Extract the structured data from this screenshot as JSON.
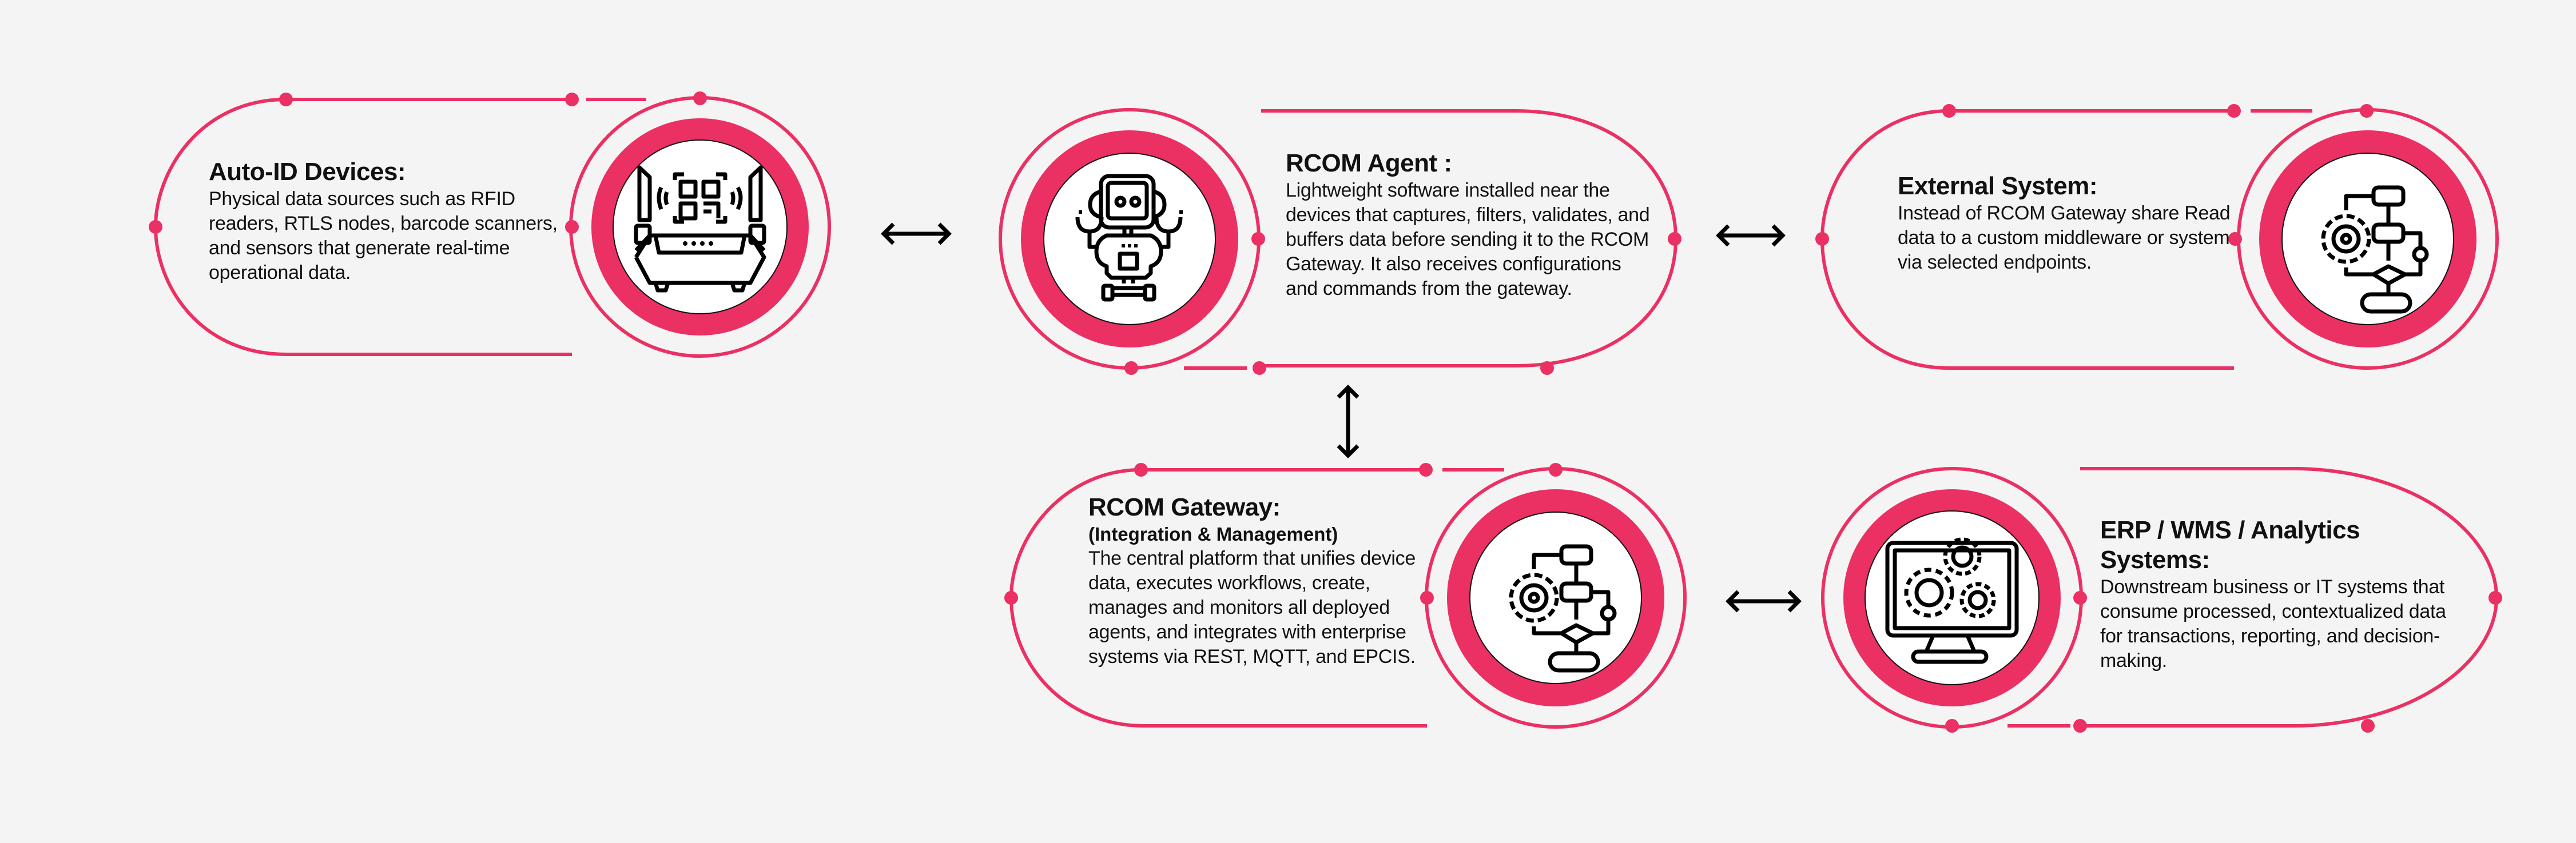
{
  "diagram": {
    "accent_color": "#eb3064",
    "background_color": "#f4f4f4",
    "nodes": [
      {
        "id": "auto-id",
        "title": "Auto-ID Devices:",
        "subtitle": "",
        "description": "Physical data sources such as RFID readers, RTLS nodes, barcode scanners, and sensors that generate real-time operational data.",
        "icon": "rfid-reader-qr-icon"
      },
      {
        "id": "rcom-agent",
        "title": "RCOM Agent :",
        "subtitle": "",
        "description": "Lightweight software installed near the devices that captures, filters, validates, and buffers data before sending it to the RCOM Gateway. It also receives configurations and commands from the gateway.",
        "icon": "robot-icon"
      },
      {
        "id": "external-system",
        "title": "External System:",
        "subtitle": "",
        "description": "Instead of RCOM Gateway share Read data to a custom middleware or system via selected endpoints.",
        "icon": "workflow-gear-icon"
      },
      {
        "id": "rcom-gateway",
        "title": "RCOM Gateway:",
        "subtitle": "(Integration  & Management)",
        "description": "The central platform that unifies device data, executes workflows, create, manages and monitors all deployed agents, and integrates with enterprise systems via REST, MQTT, and EPCIS.",
        "icon": "workflow-gear-icon"
      },
      {
        "id": "erp-wms",
        "title": "ERP / WMS / Analytics Systems:",
        "subtitle": "",
        "description": "Downstream business or IT systems that consume processed, contextualized data for transactions, reporting, and decision-making.",
        "icon": "monitor-gears-icon"
      }
    ],
    "connections": [
      {
        "from": "auto-id",
        "to": "rcom-agent",
        "direction": "bidirectional"
      },
      {
        "from": "rcom-agent",
        "to": "external-system",
        "direction": "bidirectional"
      },
      {
        "from": "rcom-agent",
        "to": "rcom-gateway",
        "direction": "bidirectional"
      },
      {
        "from": "rcom-gateway",
        "to": "erp-wms",
        "direction": "bidirectional"
      }
    ]
  }
}
